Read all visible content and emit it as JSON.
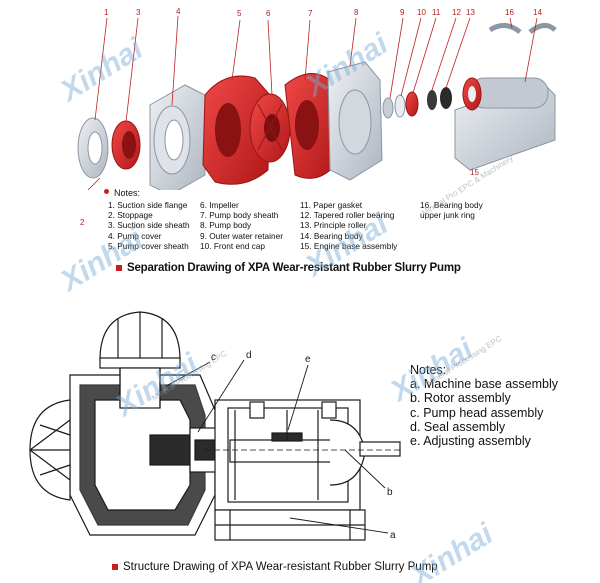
{
  "top_figure": {
    "part_numbers": [
      "1",
      "2",
      "3",
      "4",
      "5",
      "6",
      "7",
      "8",
      "9",
      "10",
      "11",
      "12",
      "13",
      "14",
      "15",
      "16"
    ],
    "notes_title": "Notes:",
    "notes_col1": [
      "1. Suction side flange",
      "2. Stoppage",
      "3. Suction side sheath",
      "4. Pump cover",
      "5. Pump cover sheath"
    ],
    "notes_col2": [
      "6. Impeller",
      "7. Pump body sheath",
      "8. Pump body",
      "9. Outer water retainer",
      "10. Front end cap"
    ],
    "notes_col3": [
      "11. Paper gasket",
      "12. Tapered roller bearing",
      "13. Principle roller",
      "14. Bearing body",
      "15. Engine base assembly"
    ],
    "notes_col4": [
      "16. Bearing body",
      "upper junk ring"
    ],
    "caption": "Separation Drawing of XPA Wear-resistant Rubber Slurry Pump"
  },
  "bottom_figure": {
    "labels": [
      "a",
      "b",
      "c",
      "d",
      "e"
    ],
    "notes_title": "Notes:",
    "notes": [
      "a. Machine base assembly",
      "b. Rotor assembly",
      "c. Pump head assembly",
      "d. Seal assembly",
      "e. Adjusting assembly"
    ],
    "caption": "Structure Drawing of XPA Wear-resistant Rubber Slurry Pump"
  },
  "watermark": {
    "brand": "Xinhai",
    "sub1": "Mineral Processing EPC",
    "sub2": "Mineral Pro EPC & Machinery"
  },
  "colors": {
    "accent_red": "#c81e1e",
    "part_red": "#d8262b",
    "part_gray": "#c9ced6",
    "watermark_blue": "#7aaad7"
  }
}
